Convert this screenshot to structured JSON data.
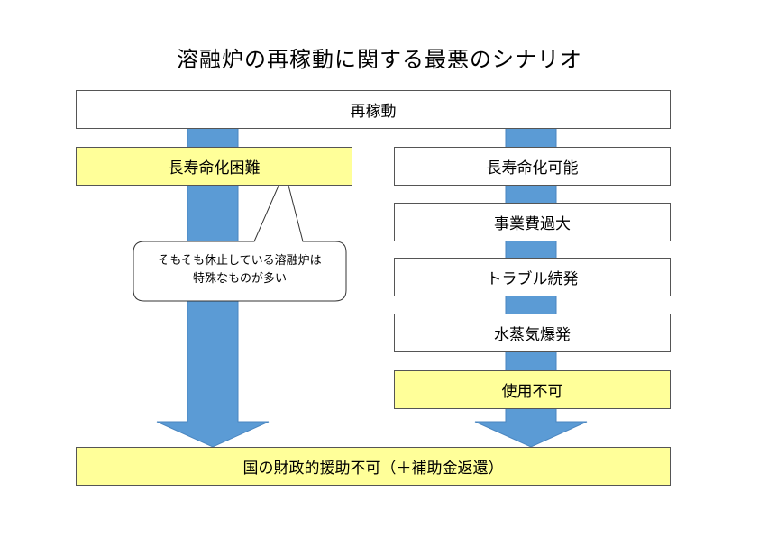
{
  "title": "溶融炉の再稼動に関する最悪のシナリオ",
  "top_box": "再稼動",
  "left_branch": {
    "box": "長寿命化困難",
    "callout_line1": "そもそも休止している溶融炉は",
    "callout_line2": "特殊なものが多い"
  },
  "right_branch": {
    "steps": [
      "長寿命化可能",
      "事業費過大",
      "トラブル続発",
      "水蒸気爆発",
      "使用不可"
    ]
  },
  "bottom_box": "国の財政的援助不可（＋補助金返還）",
  "colors": {
    "arrow": "#5b9bd5",
    "highlight": "#ffff99",
    "border": "#555555"
  }
}
